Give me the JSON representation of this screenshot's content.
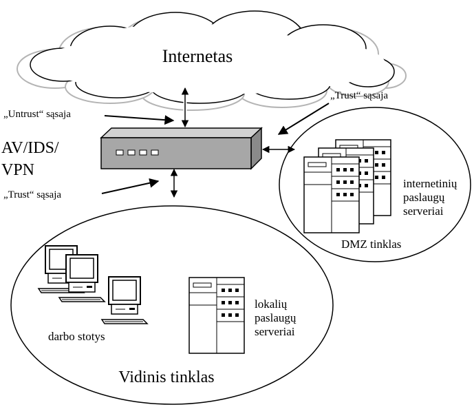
{
  "labels": {
    "internet": "Internetas",
    "untrust_interface": "„Untrust“ sąsaja",
    "trust_interface_dmz": "„Trust“ sąsaja",
    "trust_interface_internal": "„Trust“ sąsaja",
    "firewall_line1": "AV/IDS/",
    "firewall_line2": "VPN",
    "dmz_servers_line1": "internetinių",
    "dmz_servers_line2": "paslaugų",
    "dmz_servers_line3": "serveriai",
    "dmz_network": "DMZ tinklas",
    "workstations": "darbo stotys",
    "local_servers_line1": "lokalių",
    "local_servers_line2": "paslaugų",
    "local_servers_line3": "serveriai",
    "internal_network": "Vidinis tinklas"
  },
  "colors": {
    "device_fill": "#a7a7a7",
    "device_top": "#d2d2d2",
    "cloud_fill": "#ffffff",
    "cloud_stroke_light": "#b4b4b4",
    "line": "#000000"
  }
}
